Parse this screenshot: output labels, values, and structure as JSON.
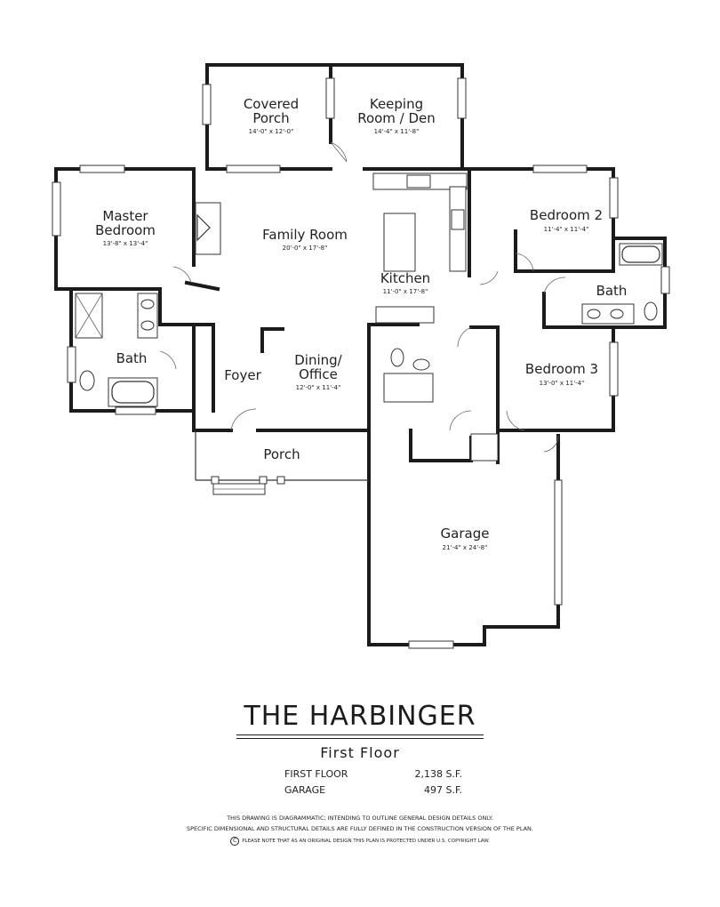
{
  "rooms": {
    "covered_porch": {
      "name1": "Covered",
      "name2": "Porch",
      "dims": "14'-0\" x 12'-0\""
    },
    "keeping_room": {
      "name1": "Keeping",
      "name2": "Room / Den",
      "dims": "14'-4\" x 11'-8\""
    },
    "master_bedroom": {
      "name1": "Master",
      "name2": "Bedroom",
      "dims": "13'-8\" x 13'-4\""
    },
    "family_room": {
      "name": "Family Room",
      "dims": "20'-0\" x 17'-8\""
    },
    "bedroom2": {
      "name": "Bedroom 2",
      "dims": "11'-4\" x 11'-4\""
    },
    "kitchen": {
      "name": "Kitchen",
      "dims": "11'-0\" x 17'-8\""
    },
    "bath_right": {
      "name": "Bath"
    },
    "bath_left": {
      "name": "Bath"
    },
    "foyer": {
      "name": "Foyer"
    },
    "dining_office": {
      "name1": "Dining/",
      "name2": "Office",
      "dims": "12'-0\" x 11'-4\""
    },
    "bedroom3": {
      "name": "Bedroom 3",
      "dims": "13'-0\" x 11'-4\""
    },
    "porch": {
      "name": "Porch"
    },
    "garage": {
      "name": "Garage",
      "dims": "21'-4\" x 24'-8\""
    }
  },
  "title_block": {
    "title": "THE HARBINGER",
    "subtitle": "First Floor"
  },
  "areas": [
    {
      "label": "FIRST FLOOR",
      "value": "2,138 S.F."
    },
    {
      "label": "GARAGE",
      "value": "497 S.F."
    }
  ],
  "notes": {
    "line1": "THIS DRAWING IS DIAGRAMMATIC; INTENDING TO OUTLINE GENERAL DESIGN DETAILS ONLY.",
    "line2": "SPECIFIC DIMENSIONAL AND STRUCTURAL DETAILS ARE FULLY DEFINED IN THE CONSTRUCTION VERSION OF THE PLAN.",
    "copyright_symbol": "C",
    "copyright": "PLEASE NOTE THAT AS AN ORIGINAL DESIGN THIS PLAN IS PROTECTED UNDER U.S. COPYRIGHT LAW."
  }
}
